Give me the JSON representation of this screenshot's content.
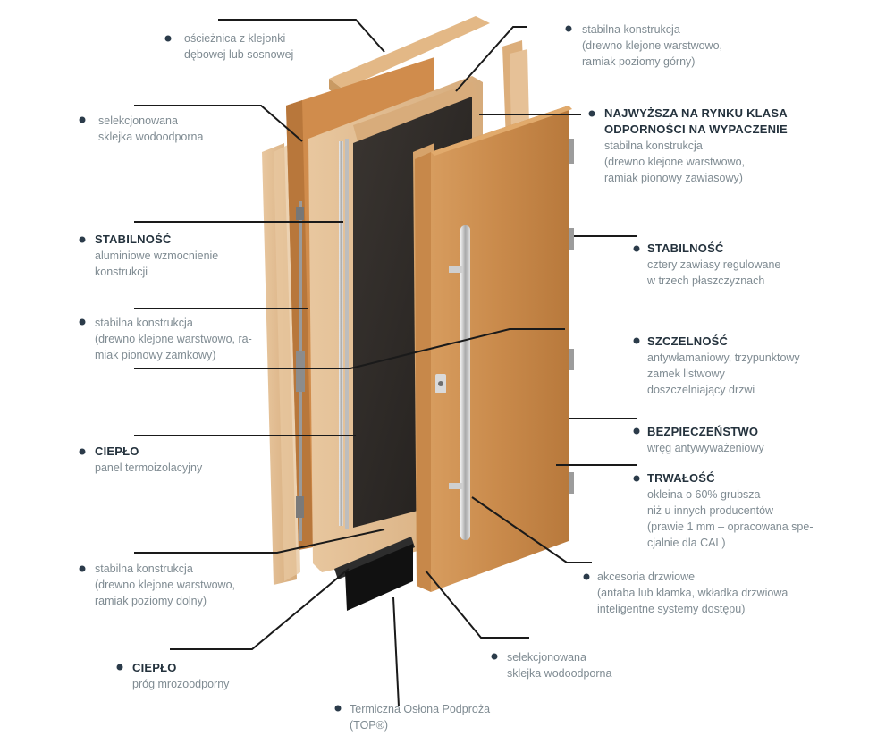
{
  "colors": {
    "oak_light": "#e3b886",
    "oak_mid": "#d4a06a",
    "oak_dark": "#b97a3d",
    "panel_dark": "#2b2724",
    "leader_line": "#1a1a1a",
    "bullet": "#2b3b4a",
    "title_text": "#24323d",
    "desc_text": "#7f8b92"
  },
  "callouts": {
    "frame": {
      "title": "",
      "desc": "ościeżnica z klejonki\ndębowej lub sosnowej"
    },
    "plywood_top": {
      "title": "",
      "desc": "selekcjonowana\nsklejka wodoodporna"
    },
    "stability_aluminium": {
      "title": "STABILNOŚĆ",
      "desc": "aluminiowe wzmocnienie\nkonstrukcji"
    },
    "lock_stile": {
      "title": "",
      "desc": "stabilna konstrukcja\n(drewno klejone warstwowo, ra-\nmiak pionowy zamkowy)"
    },
    "warmth_panel": {
      "title": "CIEPŁO",
      "desc": "panel termoizolacyjny"
    },
    "bottom_rail": {
      "title": "",
      "desc": "stabilna konstrukcja\n(drewno klejone warstwowo,\nramiak poziomy dolny)"
    },
    "warmth_threshold": {
      "title": "CIEPŁO",
      "desc": "próg mrozoodporny"
    },
    "thermal_threshold": {
      "title": "",
      "desc": "Termiczna Osłona Podproża\n(TOP®)"
    },
    "top_rail": {
      "title": "",
      "desc": "stabilna konstrukcja\n(drewno klejone warstwowo,\nramiak poziomy górny)"
    },
    "warp_resistance": {
      "title": "NAJWYŻSZA NA RYNKU KLASA\nODPORNOŚCI NA WYPACZENIE",
      "desc": "stabilna konstrukcja\n(drewno klejone warstwowo,\nramiak pionowy zawiasowy)"
    },
    "stability_hinges": {
      "title": "STABILNOŚĆ",
      "desc": "cztery zawiasy regulowane\nw trzech płaszczyznach"
    },
    "tightness": {
      "title": "SZCZELNOŚĆ",
      "desc": "antywłamaniowy, trzypunktowy\nzamek listwowy\ndoszczelniający drzwi"
    },
    "security": {
      "title": "BEZPIECZEŃSTWO",
      "desc": "wręg antywyważeniowy"
    },
    "durability": {
      "title": "TRWAŁOŚĆ",
      "desc": "okleina o 60% grubsza\nniż u innych producentów\n(prawie 1 mm – opracowana spe-\ncjalnie dla CAL)"
    },
    "accessories": {
      "title": "",
      "desc": "akcesoria drzwiowe\n(antaba lub klamka, wkładka drzwiowa\ninteligentne systemy dostępu)"
    },
    "plywood_bottom": {
      "title": "",
      "desc": "selekcjonowana\nsklejka wodoodporna"
    }
  }
}
